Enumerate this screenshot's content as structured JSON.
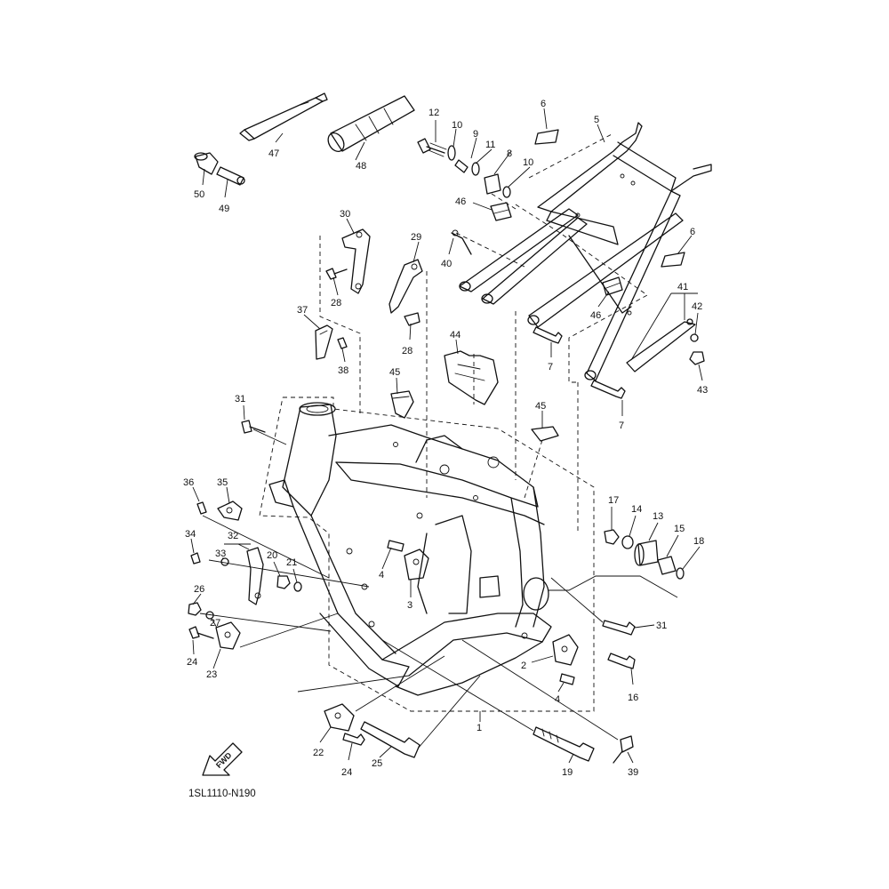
{
  "diagram": {
    "drawing_code": "1SL1110-N190",
    "direction_label": "FWD",
    "callouts": [
      "1",
      "2",
      "3",
      "4",
      "4",
      "5",
      "6",
      "6",
      "7",
      "7",
      "8",
      "9",
      "10",
      "10",
      "11",
      "12",
      "13",
      "14",
      "15",
      "16",
      "17",
      "18",
      "19",
      "20",
      "21",
      "22",
      "23",
      "24",
      "24",
      "25",
      "26",
      "27",
      "28",
      "28",
      "29",
      "30",
      "31",
      "31",
      "32",
      "33",
      "34",
      "35",
      "36",
      "37",
      "38",
      "39",
      "40",
      "41",
      "42",
      "43",
      "44",
      "45",
      "45",
      "46",
      "46",
      "47",
      "48",
      "49",
      "50"
    ]
  }
}
